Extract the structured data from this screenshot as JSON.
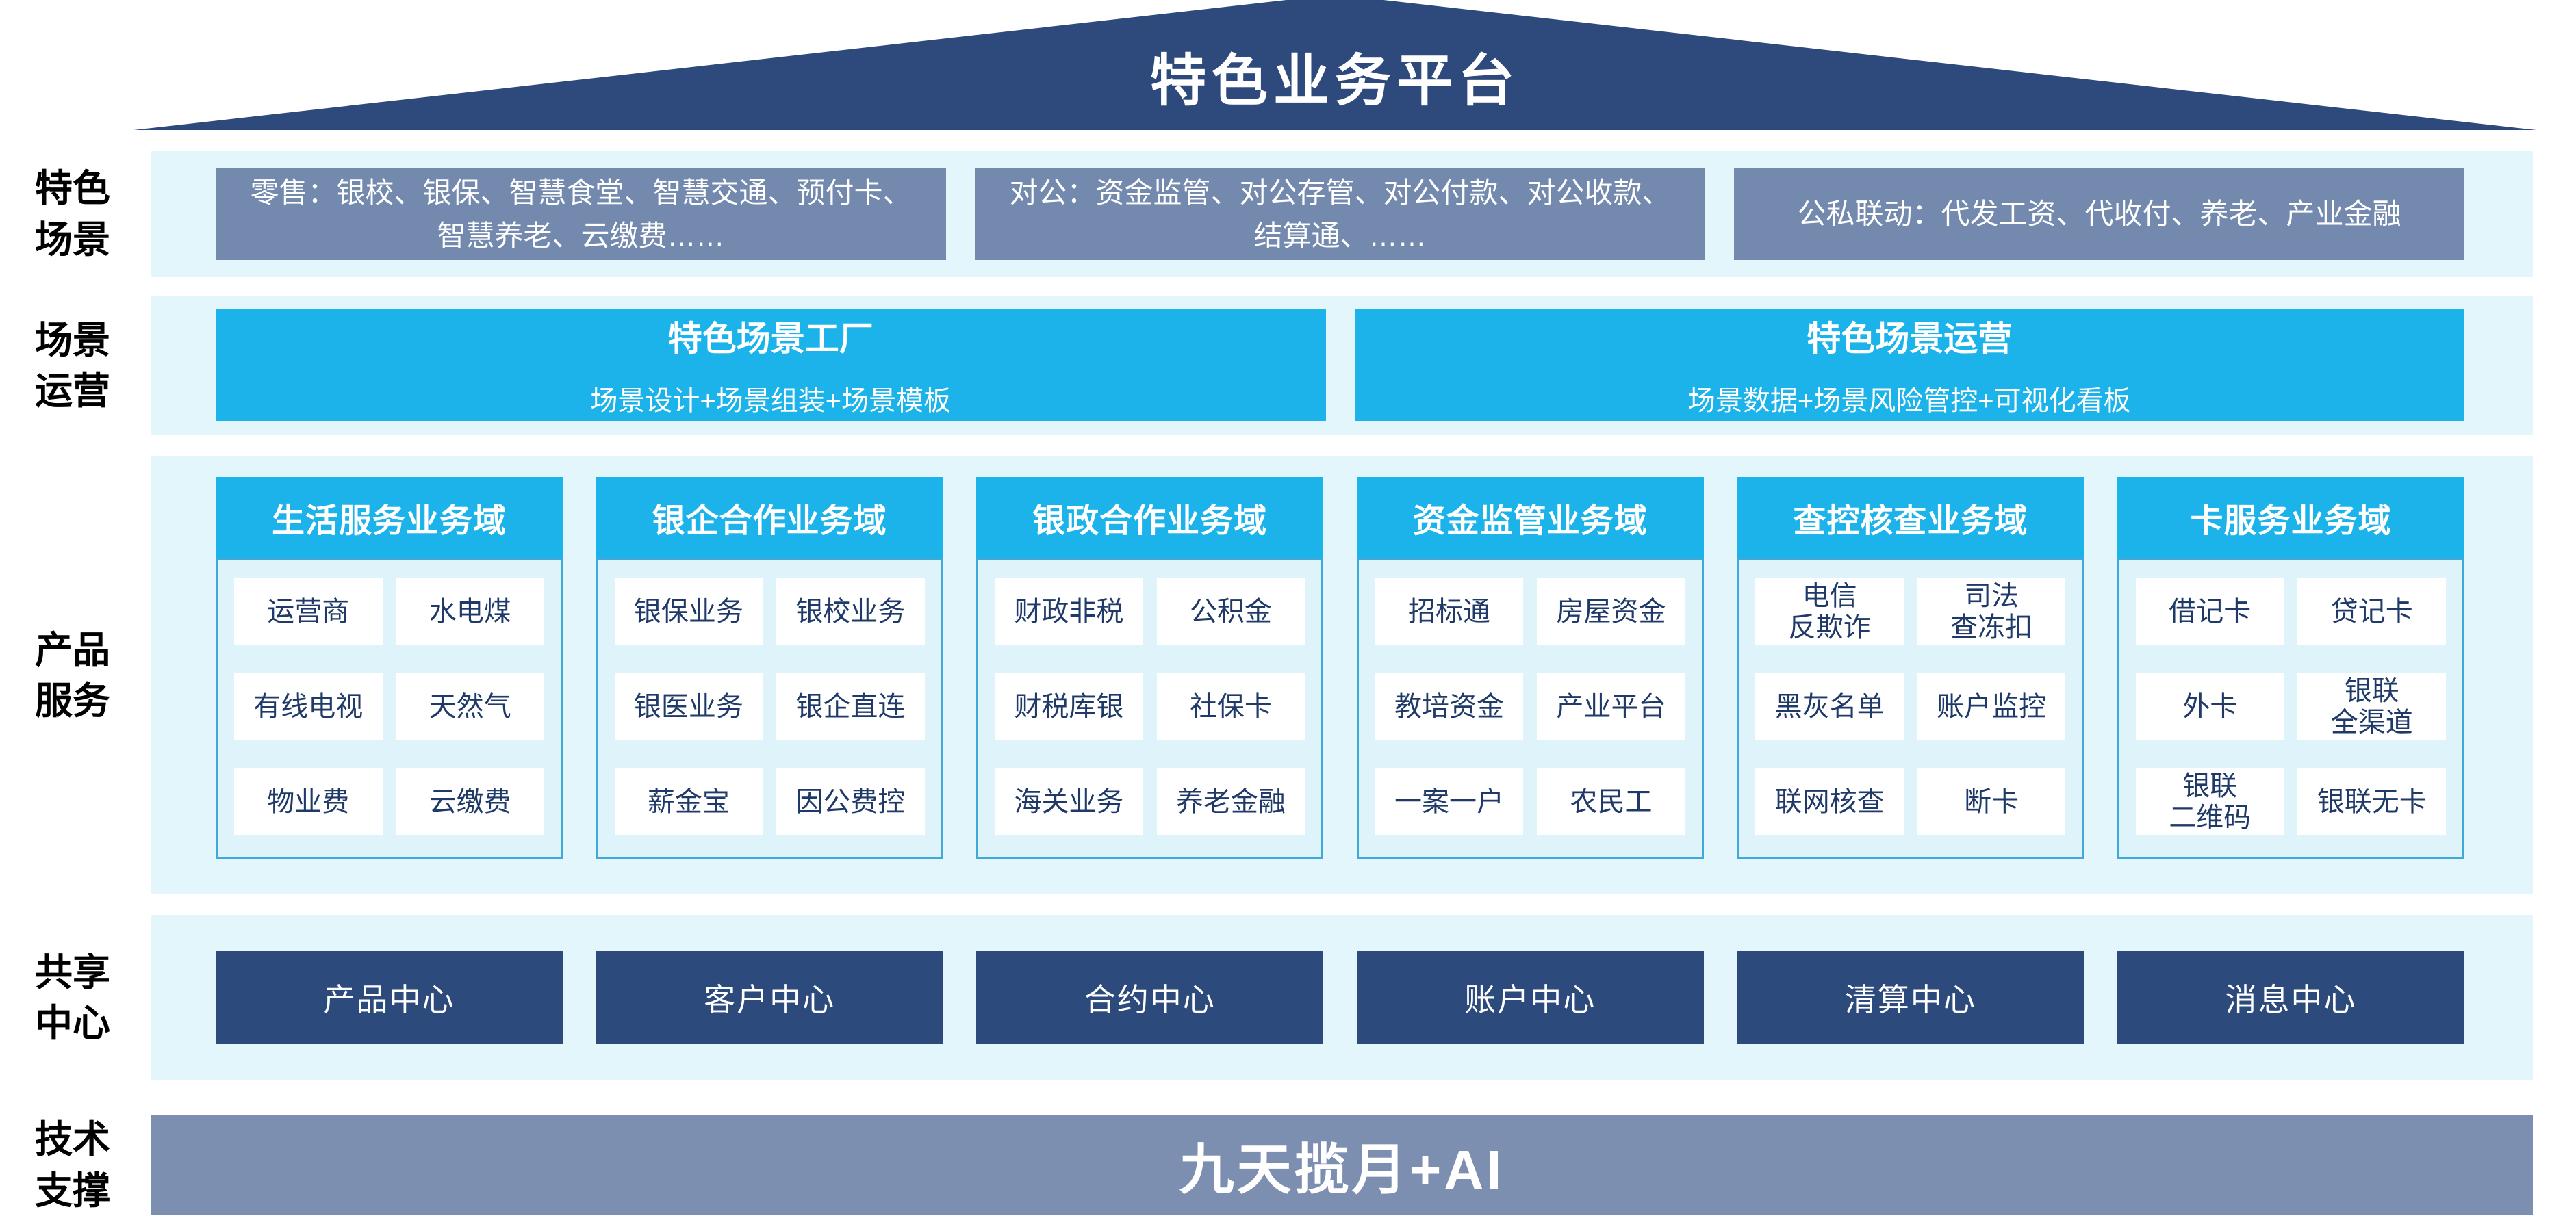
{
  "colors": {
    "roof_navy": "#2E4A7C",
    "strip_blue": "#E3F6FC",
    "box_grayblue": "#7389AD",
    "cyan": "#1CB2EA",
    "panel_body": "#DFF3FA",
    "panel_border": "#3FA9D9",
    "cell_bg": "#FFFFFF",
    "item_navy": "#1F3A68",
    "center_navy": "#2D4A7C",
    "bottom_bar": "#7C8FB0",
    "label_black": "#000000"
  },
  "roof": {
    "title": "特色业务平台"
  },
  "side_labels": {
    "scenes": "特色\n场景",
    "operation": "场景\n运营",
    "products": "产品\n服务",
    "sharing": "共享\n中心",
    "tech": "技术\n支撑"
  },
  "scenes": {
    "boxes": [
      "零售：银校、银保、智慧食堂、智慧交通、预付卡、智慧养老、云缴费……",
      "对公：资金监管、对公存管、对公付款、对公收款、结算通、……",
      "公私联动：代发工资、代收付、养老、产业金融"
    ]
  },
  "operation": {
    "boxes": [
      {
        "title": "特色场景工厂",
        "subtitle": "场景设计+场景组装+场景模板"
      },
      {
        "title": "特色场景运营",
        "subtitle": "场景数据+场景风险管控+可视化看板"
      }
    ]
  },
  "products": {
    "domains": [
      {
        "header": "生活服务业务域",
        "items": [
          "运营商",
          "水电煤",
          "有线电视",
          "天然气",
          "物业费",
          "云缴费"
        ]
      },
      {
        "header": "银企合作业务域",
        "items": [
          "银保业务",
          "银校业务",
          "银医业务",
          "银企直连",
          "薪金宝",
          "因公费控"
        ]
      },
      {
        "header": "银政合作业务域",
        "items": [
          "财政非税",
          "公积金",
          "财税库银",
          "社保卡",
          "海关业务",
          "养老金融"
        ]
      },
      {
        "header": "资金监管业务域",
        "items": [
          "招标通",
          "房屋资金",
          "教培资金",
          "产业平台",
          "一案一户",
          "农民工"
        ]
      },
      {
        "header": "查控核查业务域",
        "items": [
          "电信\n反欺诈",
          "司法\n查冻扣",
          "黑灰名单",
          "账户监控",
          "联网核查",
          "断卡"
        ]
      },
      {
        "header": "卡服务业务域",
        "items": [
          "借记卡",
          "贷记卡",
          "外卡",
          "银联\n全渠道",
          "银联\n二维码",
          "银联无卡"
        ]
      }
    ]
  },
  "sharing": {
    "centers": [
      "产品中心",
      "客户中心",
      "合约中心",
      "账户中心",
      "清算中心",
      "消息中心"
    ]
  },
  "tech": {
    "bar": "九天揽月+AI"
  }
}
